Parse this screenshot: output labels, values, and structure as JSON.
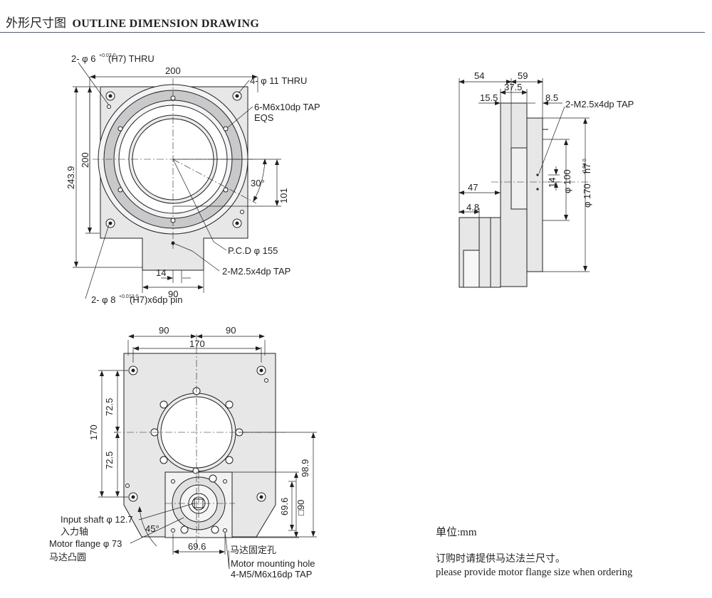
{
  "header": {
    "title_cn": "外形尺寸图",
    "title_en": "OUTLINE DIMENSION DRAWING"
  },
  "top_view": {
    "dims": {
      "width": "200",
      "height_inner": "200",
      "height_total": "243.9",
      "offset_101": "101",
      "angle": "30°",
      "w14": "14",
      "w90": "90"
    },
    "callouts": {
      "pin_holes": "2- φ 6",
      "pin_holes_tol": "+0.02 0",
      "pin_holes_rest": "(H7) THRU",
      "thru": "4- φ 11 THRU",
      "tap6": "6-M6x10dp TAP",
      "eqs": "EQS",
      "pcd": "P.C.D  φ 155",
      "tap2": "2-M2.5x4dp TAP",
      "pin8": "2- φ 8",
      "pin8_tol": "+0.012 0",
      "pin8_rest": "(H7)x6dp pin"
    }
  },
  "side_view": {
    "dims": {
      "d54": "54",
      "d59": "59",
      "d37_5": "37.5",
      "d15_5": "15.5",
      "d8_5": "8.5",
      "d47": "47",
      "d4_8": "4.8",
      "d14": "14",
      "dia100": "φ 100",
      "dia170": "φ 170",
      "dia170_tol": "-0.04 0",
      "dia170_fit": "h7"
    },
    "callouts": {
      "tap": "2-M2.5x4dp TAP"
    }
  },
  "bottom_view": {
    "dims": {
      "w90_left": "90",
      "w90_right": "90",
      "w170": "170",
      "h170": "170",
      "h72_5_top": "72.5",
      "h72_5_bottom": "72.5",
      "h98_9": "98.9",
      "h69_6": "69.6",
      "sq90": "□90",
      "w69_6": "69.6",
      "angle": "45°"
    },
    "callouts": {
      "input_shaft": "Input shaft φ 12.7",
      "input_shaft_cn": "入力轴",
      "motor_flange": "Motor flange φ 73",
      "motor_flange_cn": "马达凸圆",
      "mount_cn": "马达固定孔",
      "mount_en": "Motor mounting hole",
      "mount_spec": "4-M5/M6x16dp TAP"
    }
  },
  "notes": {
    "unit": "单位:mm",
    "order_cn": "订购时请提供马达法兰尺寸。",
    "order_en": "please provide motor flange size when ordering"
  },
  "colors": {
    "line": "#231f20",
    "body_fill": "#e7e7e8",
    "ring_fill": "#c9c9cb",
    "rule": "#4a5a7a"
  }
}
